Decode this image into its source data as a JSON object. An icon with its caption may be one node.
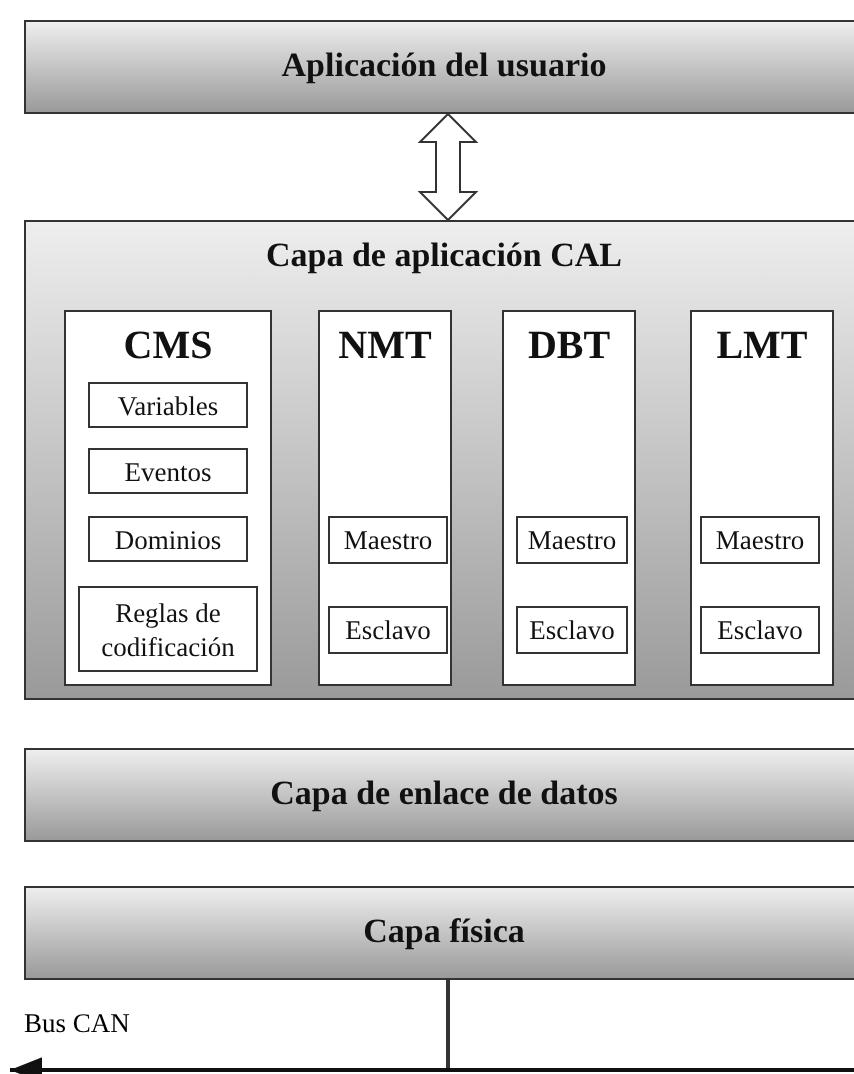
{
  "diagram": {
    "nodes": [
      {
        "text": [
          "Aplicación del usuario"
        ]
      },
      {
        "text": [
          "Capa de aplicación CAL"
        ]
      },
      {
        "text": [
          "CMS"
        ],
        "in": 1
      },
      {
        "text": [
          "Variables"
        ],
        "in": 2
      },
      {
        "text": [
          "Eventos"
        ],
        "in": 2
      },
      {
        "text": [
          "Dominios"
        ],
        "in": 2
      },
      {
        "text": [
          "Reglas de codificación"
        ],
        "in": 2
      },
      {
        "text": [
          "NMT"
        ],
        "in": 1
      },
      {
        "text": [
          "Maestro"
        ],
        "in": 7
      },
      {
        "text": [
          "Esclavo"
        ],
        "in": 7
      },
      {
        "text": [
          "DBT"
        ],
        "in": 1
      },
      {
        "text": [
          "Maestro"
        ],
        "in": 10
      },
      {
        "text": [
          "Esclavo"
        ],
        "in": 10
      },
      {
        "text": [
          "LMT"
        ],
        "in": 1
      },
      {
        "text": [
          "Maestro"
        ],
        "in": 13
      },
      {
        "text": [
          "Esclavo"
        ],
        "in": 13
      },
      {
        "text": [
          "Capa de enlace de datos"
        ]
      },
      {
        "text": [
          "Capa física"
        ]
      },
      {
        "text": [],
        "shape": "line"
      }
    ],
    "edges": [
      {
        "from": 0,
        "to": 1,
        "arrow": "both",
        "style": "thick"
      },
      {
        "from": 17,
        "to": 18,
        "arrow": "none"
      }
    ],
    "labels": [
      "Bus CAN"
    ]
  }
}
